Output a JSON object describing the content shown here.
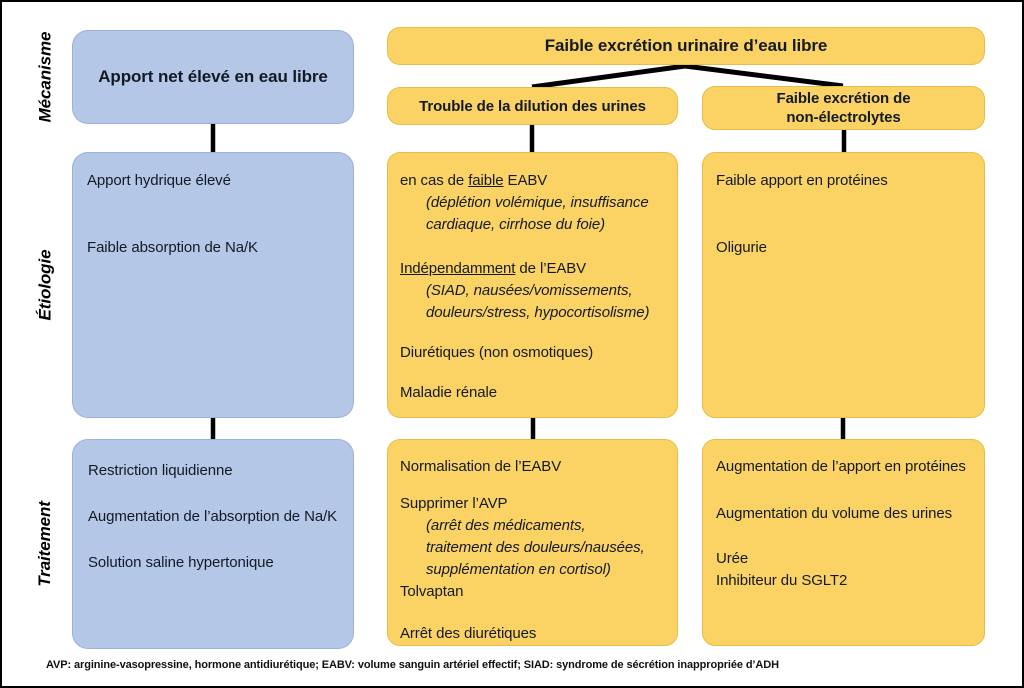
{
  "colors": {
    "blue_box": "#b4c7e7",
    "yellow_box": "#fbd365",
    "connector": "#000000",
    "background": "#ffffff",
    "text": "#141a24"
  },
  "row_labels": {
    "mechanism": "Mécanisme",
    "etiology": "Étiologie",
    "treatment": "Traitement"
  },
  "mechanism": {
    "apport_net": "Apport net élevé en eau libre",
    "faible_excretion_header": "Faible excrétion urinaire d’eau libre",
    "trouble_dilution": "Trouble de la dilution des urines",
    "non_electrolytes_line1": "Faible excrétion de",
    "non_electrolytes_line2": "non-électrolytes"
  },
  "etiology": {
    "apport": {
      "item1": "Apport hydrique élevé",
      "item2": "Faible absorption de Na/K"
    },
    "dilution": {
      "case1_pre": "en cas de ",
      "case1_underlined": "faible",
      "case1_post": " EABV",
      "case1_note_line1": "(déplétion volémique, insuffisance",
      "case1_note_line2": "cardiaque, cirrhose du foie)",
      "case2_underlined": "Indépendamment",
      "case2_post": " de l’EABV",
      "case2_note_line1": "(SIAD, nausées/vomissements,",
      "case2_note_line2": "douleurs/stress, hypocortisolisme)",
      "item3": "Diurétiques (non osmotiques)",
      "item4": "Maladie rénale"
    },
    "non_electrolytes": {
      "item1": "Faible apport en protéines",
      "item2": "Oligurie"
    }
  },
  "treatment": {
    "apport": {
      "item1": "Restriction liquidienne",
      "item2": "Augmentation de l’absorption de Na/K",
      "item3": "Solution saline hypertonique"
    },
    "dilution": {
      "item1": "Normalisation de l’EABV",
      "item2": "Supprimer l’AVP",
      "item2_note_line1": "(arrêt des médicaments,",
      "item2_note_line2": "traitement des douleurs/nausées,",
      "item2_note_line3": "supplémentation en cortisol)",
      "item3": "Tolvaptan",
      "item4": "Arrêt des diurétiques"
    },
    "non_electrolytes": {
      "item1": "Augmentation de l’apport en protéines",
      "item2": "Augmentation du volume des urines",
      "item3": "Urée",
      "item4": "Inhibiteur du SGLT2"
    }
  },
  "footnote": "AVP: arginine-vasopressine, hormone antidiurétique; EABV: volume sanguin artériel effectif; SIAD: syndrome de sécrétion inappropriée d’ADH"
}
